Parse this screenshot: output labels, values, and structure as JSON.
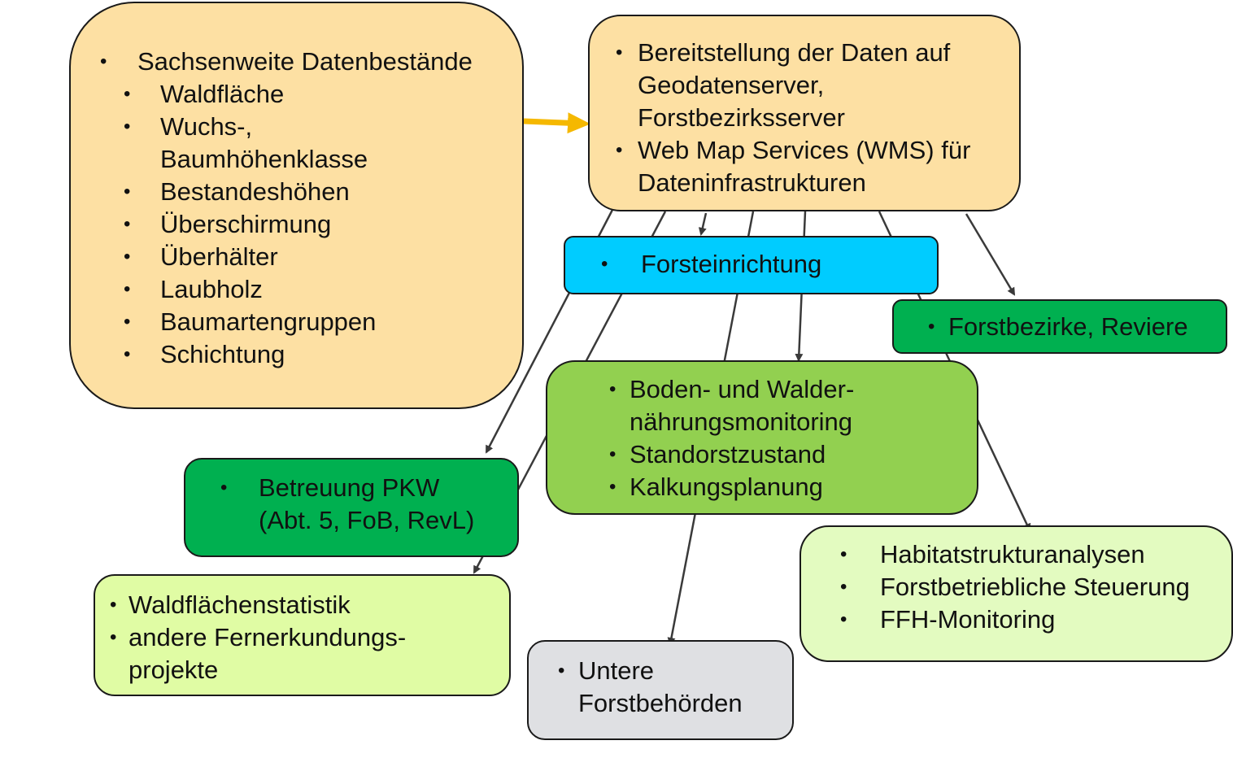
{
  "diagram": {
    "colors": {
      "source_fill": "#fde0a3",
      "server_fill": "#fde0a3",
      "forsteinrichtung_fill": "#00ccff",
      "dark_green_fill": "#00b050",
      "light_green_fill": "#92d050",
      "pale_green_fill": "#e0fca4",
      "grey_fill": "#dfe0e3",
      "main_arrow": "#f5b800",
      "connector": "#3a3a3a"
    },
    "bullet": "•",
    "nodes": {
      "source": {
        "title": "Sachsenweite Datenbestände",
        "items": [
          [
            "Waldfläche"
          ],
          [
            "Wuchs-,",
            "Baumhöhenklasse"
          ],
          [
            "Bestandeshöhen"
          ],
          [
            "Überschirmung"
          ],
          [
            "Überhälter"
          ],
          [
            "Laubholz"
          ],
          [
            "Baumartengruppen"
          ],
          [
            "Schichtung"
          ]
        ]
      },
      "server": {
        "items": [
          [
            "Bereitstellung der Daten auf",
            "Geodatenserver,",
            "Forstbezirksserver"
          ],
          [
            "Web Map Services (WMS) für",
            "Dateninfrastrukturen"
          ]
        ]
      },
      "forsteinrichtung": {
        "items": [
          [
            "Forsteinrichtung"
          ]
        ]
      },
      "forstbezirke": {
        "items": [
          [
            "Forstbezirke, Reviere"
          ]
        ]
      },
      "boden": {
        "items": [
          [
            "Boden- und Walder-",
            "nährungsmonitoring"
          ],
          [
            "Standorstzustand"
          ],
          [
            "Kalkungsplanung"
          ]
        ]
      },
      "betreuung": {
        "items": [
          [
            "Betreuung PKW",
            "(Abt. 5, FoB, RevL)"
          ]
        ]
      },
      "waldflaechen": {
        "items": [
          [
            "Waldflächenstatistik"
          ],
          [
            "andere Fernerkundungs-",
            "projekte"
          ]
        ]
      },
      "untere": {
        "items": [
          [
            "Untere",
            "Forstbehörden"
          ]
        ]
      },
      "habitat": {
        "items": [
          [
            "Habitatstrukturanalysen"
          ],
          [
            "Forstbetriebliche Steuerung"
          ],
          [
            "FFH-Monitoring"
          ]
        ]
      }
    },
    "edges": [
      {
        "from": "source",
        "to": "server",
        "style": "thick-arrow"
      },
      {
        "from": "server",
        "to": "forsteinrichtung",
        "style": "arrow"
      },
      {
        "from": "server",
        "to": "forstbezirke",
        "style": "arrow"
      },
      {
        "from": "server",
        "to": "boden",
        "style": "arrow"
      },
      {
        "from": "server",
        "to": "betreuung",
        "style": "arrow"
      },
      {
        "from": "server",
        "to": "waldflaechen",
        "style": "arrow"
      },
      {
        "from": "server",
        "to": "untere",
        "style": "arrow"
      },
      {
        "from": "server",
        "to": "habitat",
        "style": "arrow"
      }
    ]
  }
}
